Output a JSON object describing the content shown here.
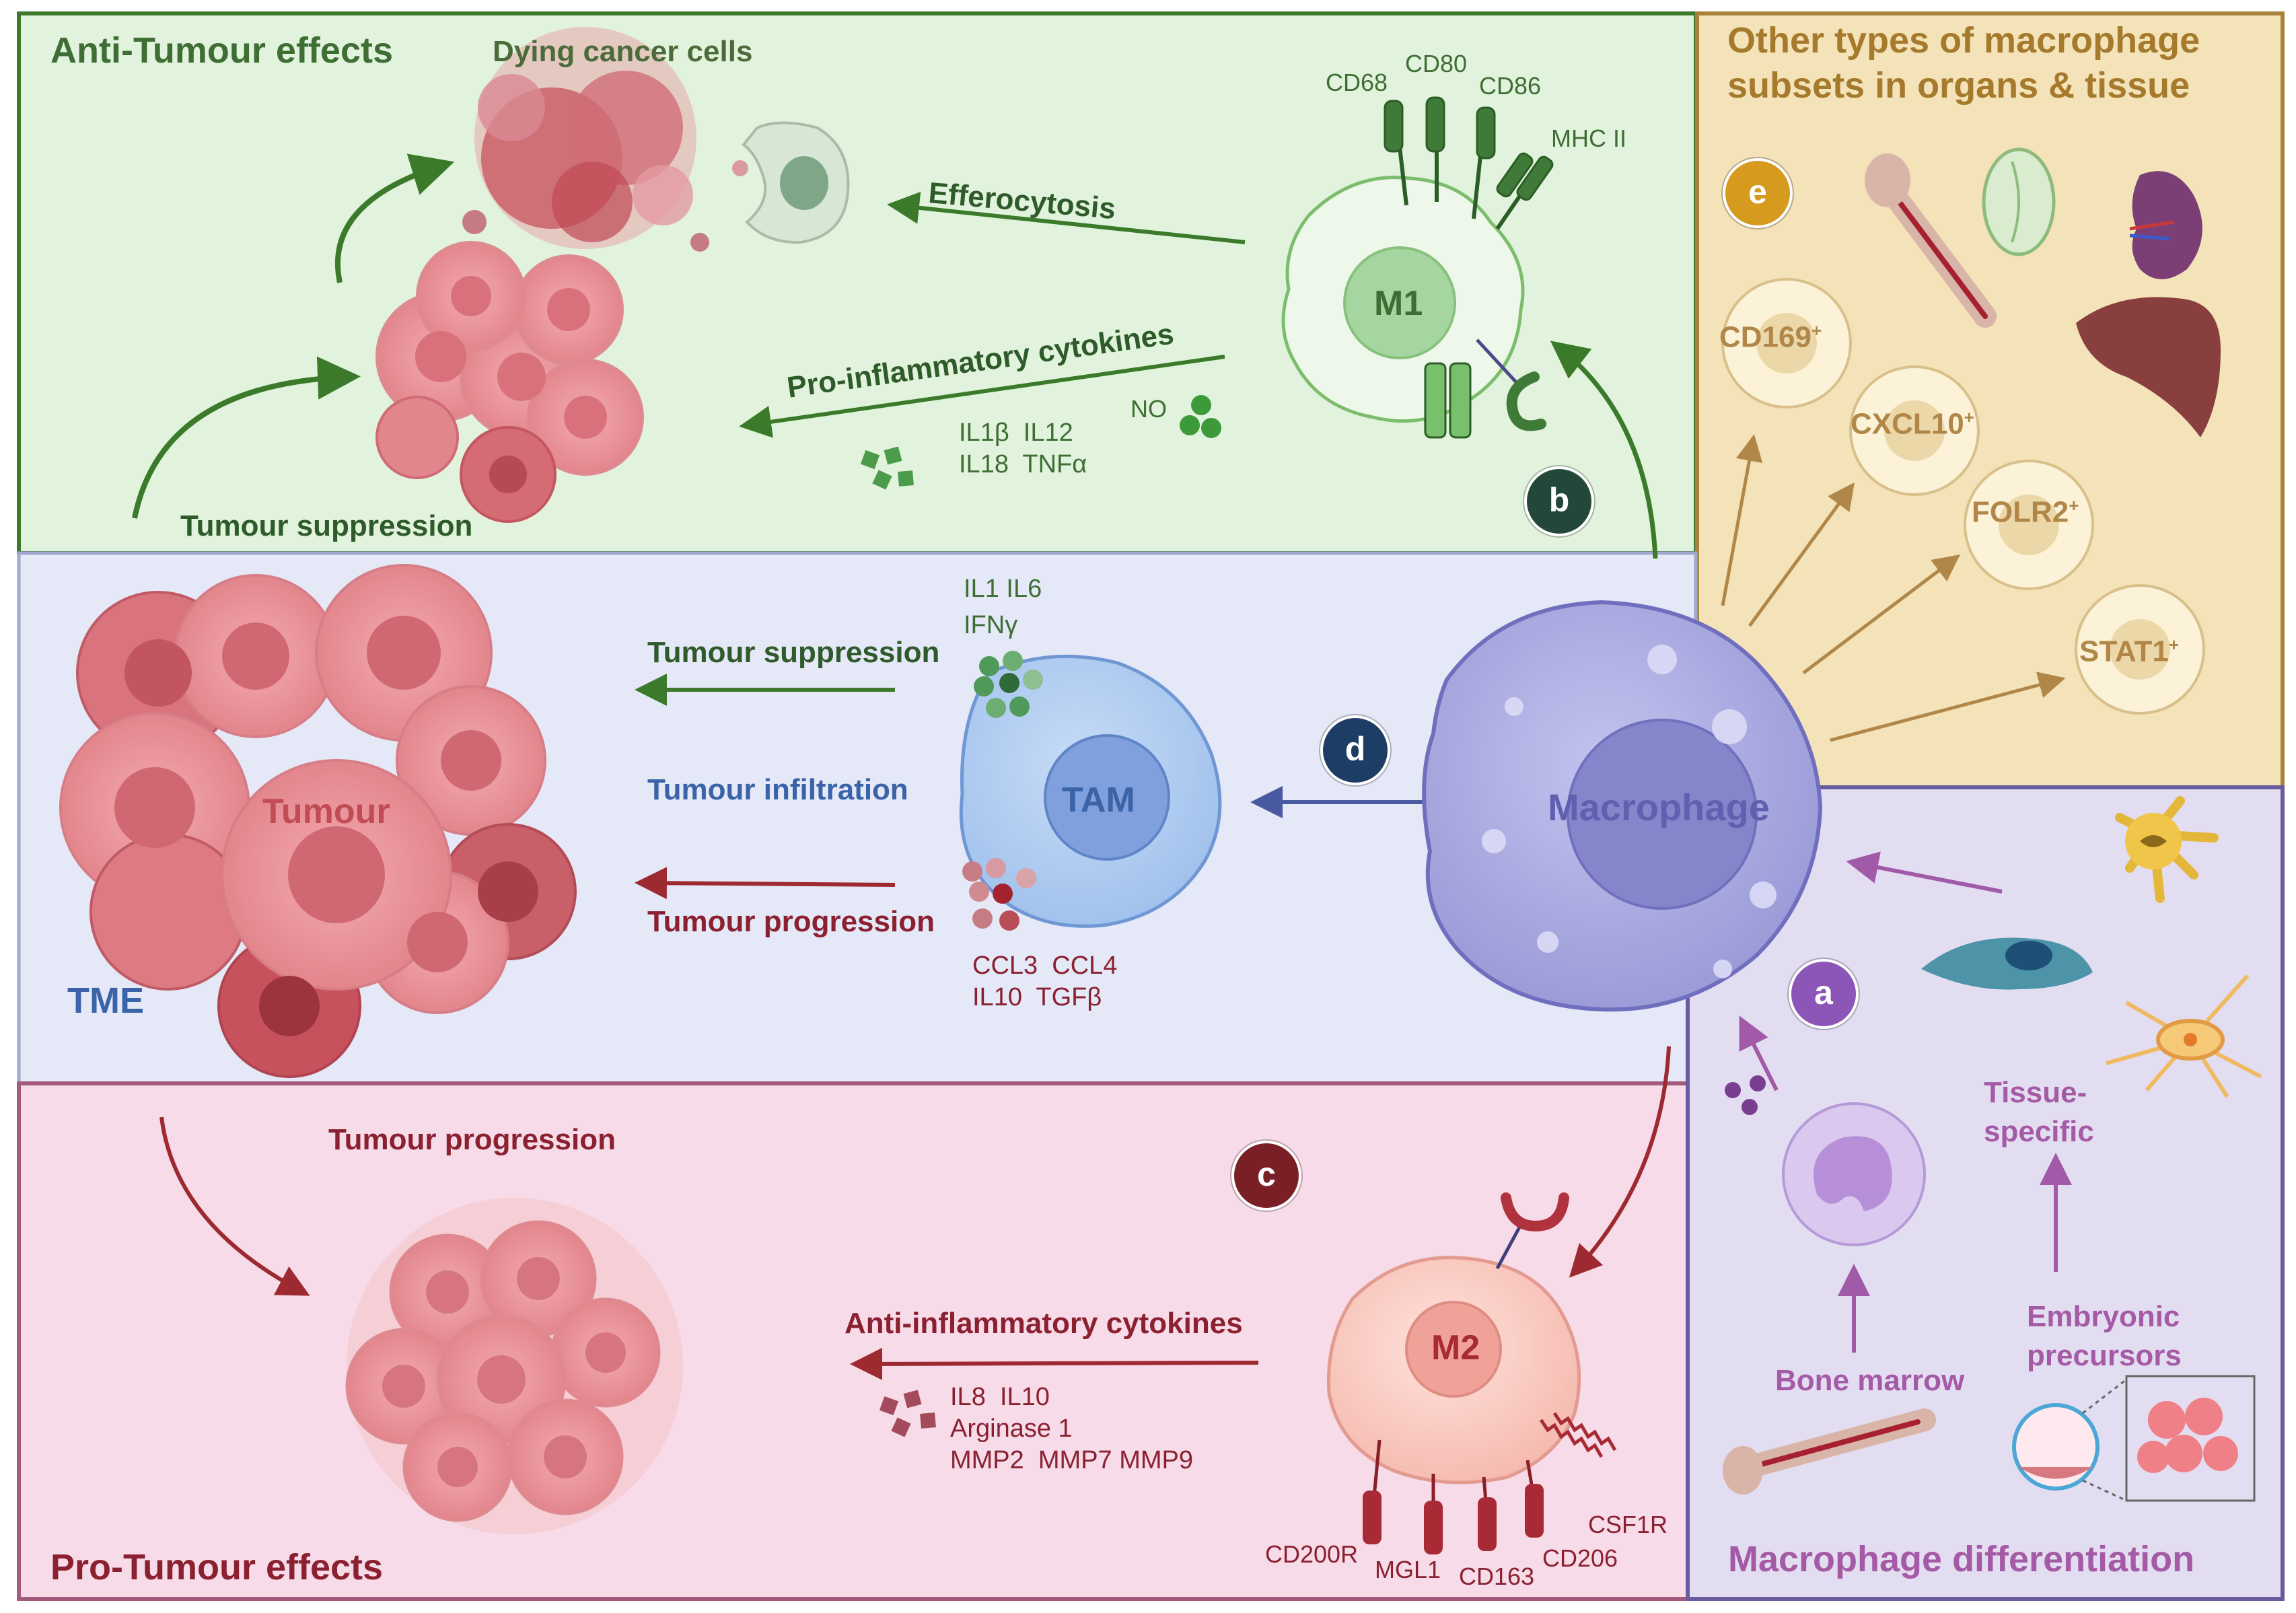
{
  "panels": {
    "anti_tumour": {
      "title": "Anti-Tumour effects"
    },
    "other_subsets": {
      "title_line1": "Other types of macrophage",
      "title_line2": "subsets in organs & tissue"
    },
    "pro_tumour": {
      "title": "Pro-Tumour effects"
    },
    "differentiation": {
      "title": "Macrophage differentiation"
    }
  },
  "badges": {
    "a": "a",
    "b": "b",
    "c": "c",
    "d": "d",
    "e": "e"
  },
  "cells": {
    "macrophage": "Macrophage",
    "m1": "M1",
    "m2": "M2",
    "tam": "TAM",
    "tumour": "Tumour",
    "tme": "TME"
  },
  "anti": {
    "dying_cells": "Dying cancer cells",
    "efferocytosis": "Efferocytosis",
    "pro_inflammatory": "Pro-inflammatory cytokines",
    "no_label": "NO",
    "cyto_line1": "IL1β  IL12",
    "cyto_line2": "IL18  TNFα",
    "suppression": "Tumour suppression",
    "markers": [
      "CD68",
      "CD80",
      "CD86",
      "MHC II"
    ]
  },
  "tme": {
    "suppression": "Tumour suppression",
    "infiltration": "Tumour infiltration",
    "progression": "Tumour progression",
    "top_cyto_line1": "IL1 IL6",
    "top_cyto_line2": "IFNγ",
    "bot_cyto_line1": "CCL3  CCL4",
    "bot_cyto_line2": "IL10  TGFβ"
  },
  "pro": {
    "progression": "Tumour progression",
    "anti_inflammatory": "Anti-inflammatory cytokines",
    "cyto_line1": "IL8  IL10",
    "cyto_line2": "Arginase 1",
    "cyto_line3": "MMP2  MMP7 MMP9",
    "markers": [
      "CD200R",
      "MGL1",
      "CD163",
      "CD206",
      "CSF1R"
    ]
  },
  "subsets": {
    "cd169": "CD169",
    "cxcl10": "CXCL10",
    "folr2": "FOLR2",
    "stat1": "STAT1",
    "sup": "+"
  },
  "diff": {
    "bone_marrow": "Bone marrow",
    "tissue_specific_1": "Tissue-",
    "tissue_specific_2": "specific",
    "embryonic_1": "Embryonic",
    "embryonic_2": "precursors"
  },
  "colors": {
    "anti_bg": "#e1f3dc",
    "anti_border": "#3f7a2c",
    "anti_text": "#3f6e35",
    "tme_bg": "#e4e8f7",
    "tme_border": "#a0a8cf",
    "tme_text": "#3a63a8",
    "pro_bg": "#f7dbe8",
    "pro_border": "#a35a7c",
    "pro_text": "#8a2030",
    "other_bg": "#f4e2b8",
    "other_border": "#a8823a",
    "other_text": "#a57a2c",
    "diff_bg": "#e3ddf1",
    "diff_border": "#6a5b9e",
    "diff_text": "#a55aa6",
    "badge_a": "#8c55b8",
    "badge_b": "#23483a",
    "badge_c": "#7a1f25",
    "badge_d": "#1e3d64",
    "badge_e": "#d69a1e"
  }
}
